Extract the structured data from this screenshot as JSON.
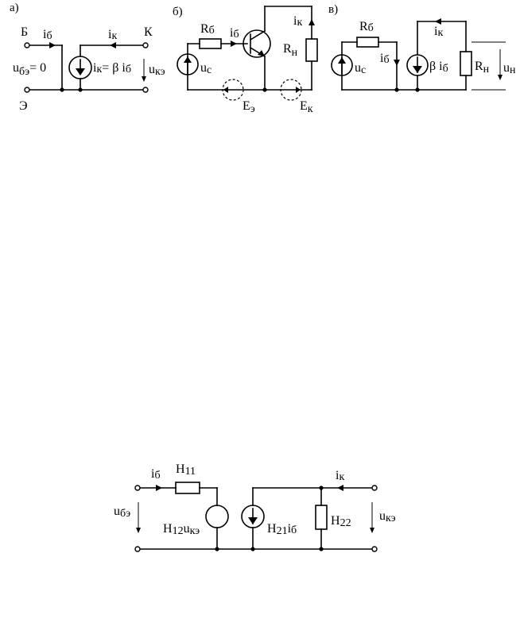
{
  "fig_a": {
    "panel_label": "а)",
    "B": "Б",
    "K": "К",
    "E": "Э",
    "ib_i": "i",
    "ib_sub": "б",
    "ik_i": "i",
    "ik_sub": "к",
    "ube_u": "u",
    "ube_sub": "бэ",
    "ube_eq": "= 0",
    "src_lhs_i": "i",
    "src_lhs_sub": "к",
    "src_eq": "= β i",
    "src_rhs_sub": "б",
    "uke_u": "u",
    "uke_sub": "кэ"
  },
  "fig_b": {
    "panel_label": "б)",
    "Rb_R": "R",
    "Rb_sub": "б",
    "ib_i": "i",
    "ib_sub": "б",
    "ik_i": "i",
    "ik_sub": "к",
    "Rn_R": "R",
    "Rn_sub": "н",
    "uc_u": "u",
    "uc_sub": "с",
    "Ee_E": "E",
    "Ee_sub": "э",
    "Ek_E": "E",
    "Ek_sub": "к"
  },
  "fig_v": {
    "panel_label": "в)",
    "Rb_R": "R",
    "Rb_sub": "б",
    "ik_i": "i",
    "ik_sub": "к",
    "ib_i": "i",
    "ib_sub": "б",
    "uc_u": "u",
    "uc_sub": "с",
    "src_beta": "β i",
    "src_sub": "б",
    "Rn_R": "R",
    "Rn_sub": "н",
    "un_u": "u",
    "un_sub": "н"
  },
  "fig_h": {
    "ib_i": "i",
    "ib_sub": "б",
    "H11": "H",
    "H11_sub": "11",
    "ik_i": "i",
    "ik_sub": "к",
    "ube_u": "u",
    "ube_sub": "бэ",
    "H12": "H",
    "H12_sub": "12",
    "H12_u": "u",
    "H12_usub": "кэ",
    "H21": "H",
    "H21_sub": "21",
    "H21_i": "i",
    "H21_isub": "б",
    "H22": "H",
    "H22_sub": "22",
    "uke_u": "u",
    "uke_sub": "кэ"
  }
}
